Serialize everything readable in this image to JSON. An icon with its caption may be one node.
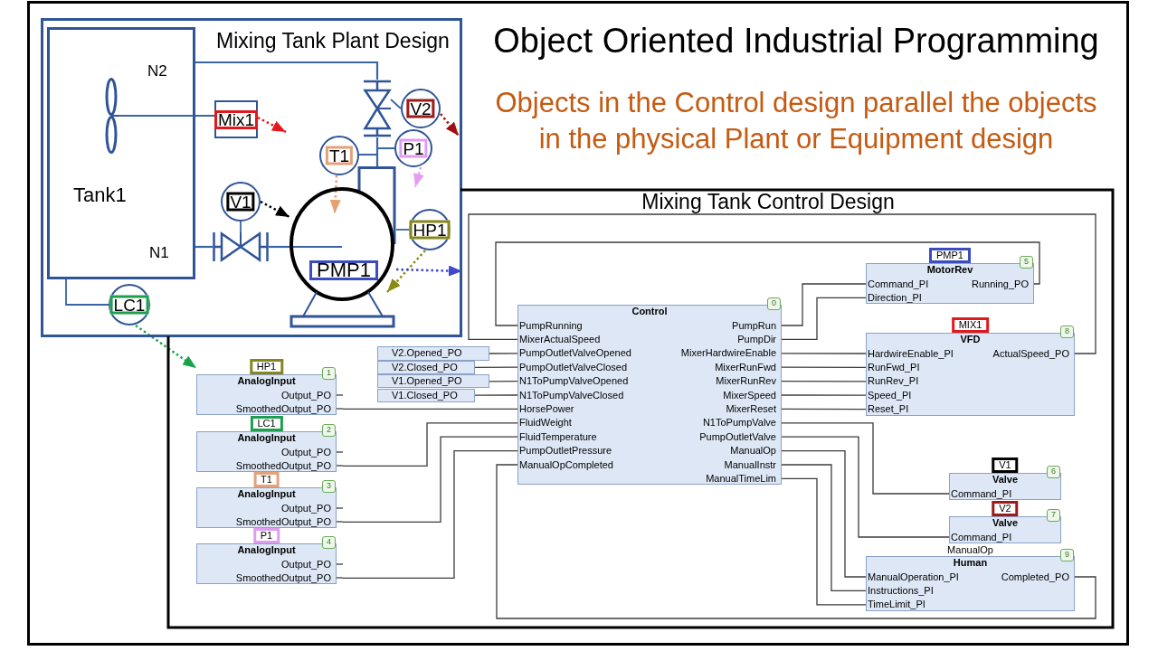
{
  "diagram": {
    "title": "Object Oriented Industrial Programming",
    "nodes": [
      {
        "text": [
          "Mixing Tank Plant Design"
        ]
      },
      {
        "text": [
          "N2",
          "Tank1",
          "N1"
        ],
        "in": 0
      },
      {
        "text": [],
        "shape": "picture",
        "in": 1
      },
      {
        "text": [
          "Mix1"
        ],
        "in": 0
      },
      {
        "text": [],
        "shape": "valve",
        "in": 0
      },
      {
        "text": [
          "V2"
        ],
        "in": 0
      },
      {
        "text": [
          "T1"
        ],
        "in": 0
      },
      {
        "text": [
          "P1"
        ],
        "in": 0
      },
      {
        "text": [
          "V1"
        ],
        "in": 0
      },
      {
        "text": [],
        "shape": "valve"
      },
      {
        "text": [
          "PMP1"
        ]
      },
      {
        "text": [
          "HP1"
        ]
      },
      {
        "text": [
          "LC1"
        ],
        "in": 0
      },
      {
        "text": [
          "Mixing Tank Control Design"
        ]
      },
      {
        "text": [
          "PMP1",
          "5",
          "MotorRev",
          "Command_PI",
          "Running_PO",
          "Direction_PI"
        ],
        "in": 13
      },
      {
        "text": [
          "0",
          "Control",
          "PumpRunning",
          "PumpRun",
          "MixerActualSpeed",
          "PumpDir",
          "PumpOutletValveOpened",
          "MixerHardwireEnable",
          "PumpOutletValveClosed",
          "MixerRunFwd",
          "N1ToPumpValveOpened",
          "MixerRunRev",
          "N1ToPumpValveClosed",
          "MixerSpeed",
          "HorsePower",
          "MixerReset",
          "FluidWeight",
          "N1ToPumpValve",
          "FluidTemperature",
          "PumpOutletValve",
          "PumpOutletPressure",
          "ManualOp",
          "ManualOpCompleted",
          "ManualInstr",
          "ManualTimeLim"
        ],
        "in": 13
      },
      {
        "text": [
          "MIX1",
          "8",
          "VFD",
          "HardwireEnable_PI",
          "ActualSpeed_PO",
          "RunFwd_PI",
          "RunRev_PI",
          "Speed_PI",
          "Reset_PI"
        ],
        "in": 13
      },
      {
        "text": [
          "V2.Opened_PO"
        ],
        "in": 13
      },
      {
        "text": [
          "V2.Closed_PO"
        ],
        "in": 13
      },
      {
        "text": [
          "V1.Opened_PO"
        ],
        "in": 13
      },
      {
        "text": [
          "V1.Closed_PO"
        ],
        "in": 13
      },
      {
        "text": [
          "HP1",
          "1",
          "AnalogInput",
          "Output_PO",
          "SmoothedOutput_PO"
        ],
        "in": 13
      },
      {
        "text": [
          "LC1",
          "2",
          "AnalogInput",
          "Output_PO",
          "SmoothedOutput_PO"
        ],
        "in": 13
      },
      {
        "text": [
          "V1",
          "6",
          "Valve",
          "Command_PI"
        ],
        "in": 13
      },
      {
        "text": [
          "T1",
          "3",
          "AnalogInput",
          "Output_PO",
          "SmoothedOutput_PO"
        ],
        "in": 13
      },
      {
        "text": [
          "V2",
          "7",
          "Valve",
          "Command_PI"
        ],
        "in": 13
      },
      {
        "text": [
          "P1",
          "4",
          "AnalogInput",
          "Output_PO",
          "SmoothedOutput_PO"
        ],
        "in": 13
      },
      {
        "text": [
          "ManualOp",
          "9",
          "Human",
          "ManualOperation_PI",
          "Completed_PO",
          "Instructions_PI",
          "TimeLimit_PI"
        ],
        "in": 13
      }
    ],
    "edges": [
      {
        "from": 1,
        "to": 4,
        "arrow": "none",
        "color": "#3a64a8"
      },
      {
        "from": 4,
        "to": 10,
        "arrow": "none",
        "color": "#3a64a8"
      },
      {
        "from": 1,
        "to": 9,
        "arrow": "none",
        "color": "#3a64a8"
      },
      {
        "from": 9,
        "to": 10,
        "arrow": "none",
        "color": "#3a64a8"
      },
      {
        "from": 2,
        "to": 3,
        "arrow": "none",
        "color": "#3a64a8"
      },
      {
        "from": 4,
        "to": 5,
        "arrow": "none",
        "color": "#3a64a8"
      },
      {
        "from": 6,
        "to": 10,
        "arrow": "none",
        "color": "#3a64a8"
      },
      {
        "from": 7,
        "to": 10,
        "arrow": "none",
        "color": "#3a64a8"
      },
      {
        "from": 9,
        "to": 8,
        "arrow": "none",
        "color": "#3a64a8"
      },
      {
        "from": 10,
        "to": 11,
        "arrow": "none",
        "color": "#3a64a8"
      },
      {
        "from": 1,
        "to": 12,
        "arrow": "none",
        "color": "#3a64a8"
      },
      {
        "from": 3,
        "to": null,
        "arrow": "to",
        "style": "dashed",
        "color": "#e31a1c"
      },
      {
        "from": 5,
        "to": null,
        "arrow": "to",
        "style": "dashed",
        "color": "#a01010"
      },
      {
        "from": 6,
        "to": 10,
        "arrow": "to",
        "style": "dashed",
        "color": "#e8a070"
      },
      {
        "from": 7,
        "to": null,
        "arrow": "to",
        "style": "dashed",
        "color": "#e59cf5"
      },
      {
        "from": 8,
        "to": 10,
        "arrow": "to",
        "style": "dashed",
        "color": "#000000"
      },
      {
        "from": 11,
        "to": 10,
        "arrow": "to",
        "style": "dashed",
        "color": "#8a8a14"
      },
      {
        "from": 10,
        "to": 0,
        "arrow": "to",
        "style": "dashed",
        "color": "#3f48cc"
      },
      {
        "from": 12,
        "to": 21,
        "arrow": "to",
        "style": "dashed",
        "color": "#1aa34a"
      },
      {
        "from": 14,
        "to": 15,
        "arrow": "none"
      },
      {
        "from": 16,
        "to": 15,
        "arrow": "none"
      },
      {
        "from": 17,
        "to": 15,
        "arrow": "none"
      },
      {
        "from": 18,
        "to": 15,
        "arrow": "none"
      },
      {
        "from": 19,
        "to": 15,
        "arrow": "none"
      },
      {
        "from": 20,
        "to": 15,
        "arrow": "none"
      },
      {
        "from": 21,
        "to": 15,
        "arrow": "none"
      },
      {
        "from": 22,
        "to": 15,
        "arrow": "none"
      },
      {
        "from": 24,
        "to": 15,
        "arrow": "none"
      },
      {
        "from": 26,
        "to": 15,
        "arrow": "none"
      },
      {
        "from": 27,
        "to": 15,
        "arrow": "none"
      },
      {
        "from": 15,
        "to": 14,
        "arrow": "none"
      },
      {
        "from": 15,
        "to": 14,
        "arrow": "none"
      },
      {
        "from": 15,
        "to": 16,
        "arrow": "none"
      },
      {
        "from": 15,
        "to": 16,
        "arrow": "none"
      },
      {
        "from": 15,
        "to": 16,
        "arrow": "none"
      },
      {
        "from": 15,
        "to": 16,
        "arrow": "none"
      },
      {
        "from": 15,
        "to": 16,
        "arrow": "none"
      },
      {
        "from": 15,
        "to": 23,
        "arrow": "none"
      },
      {
        "from": 15,
        "to": 25,
        "arrow": "none"
      },
      {
        "from": 15,
        "to": 27,
        "arrow": "none"
      },
      {
        "from": 15,
        "to": 27,
        "arrow": "none"
      },
      {
        "from": 15,
        "to": 27,
        "arrow": "none"
      }
    ],
    "labels": [
      "Objects in the Control design parallel the objects in the physical Plant or Equipment design"
    ]
  }
}
